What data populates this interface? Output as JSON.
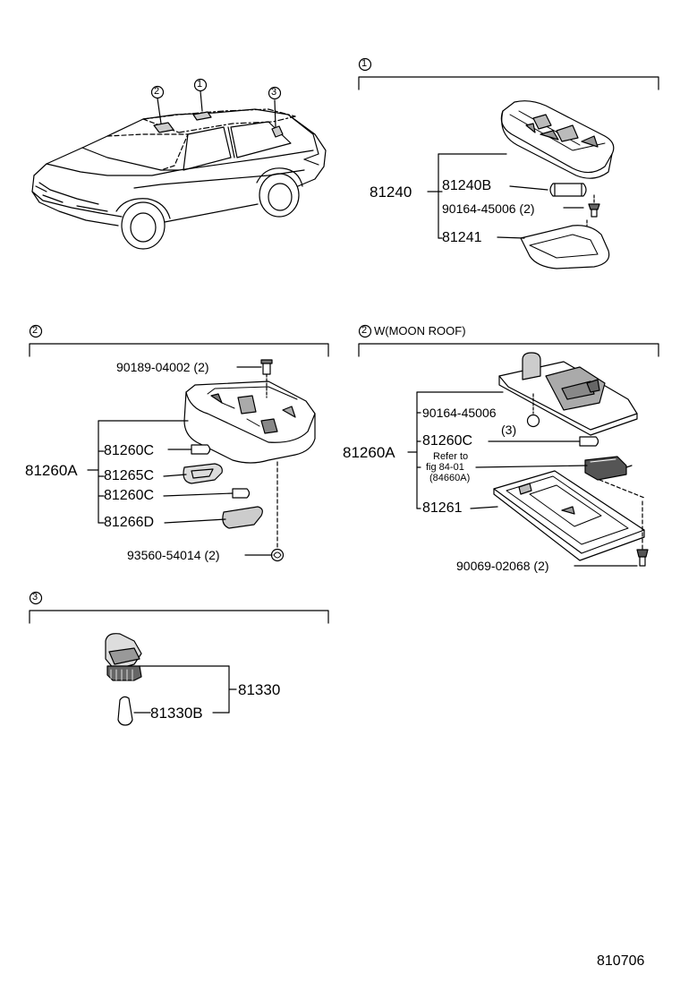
{
  "sections": {
    "s1": {
      "marker": "1",
      "assembly": "81240",
      "parts": [
        "81240B",
        "90164-45006 (2)",
        "81241"
      ]
    },
    "s2": {
      "marker": "2",
      "assembly": "81260A",
      "parts": [
        "90189-04002 (2)",
        "81260C",
        "81265C",
        "81260C",
        "81266D",
        "93560-54014 (2)"
      ]
    },
    "s2moon": {
      "marker": "2",
      "header": "W(MOON ROOF)",
      "assembly": "81260A",
      "parts": [
        "90164-45006",
        "(3)",
        "81260C",
        "81261",
        "90069-02068 (2)"
      ],
      "refer_lines": [
        "Refer to",
        "fig 84-01",
        "(84660A)"
      ]
    },
    "s3": {
      "marker": "3",
      "assembly": "81330",
      "parts": [
        "81330B"
      ]
    }
  },
  "car_markers": [
    "2",
    "1",
    "3"
  ],
  "figure_number": "810706"
}
